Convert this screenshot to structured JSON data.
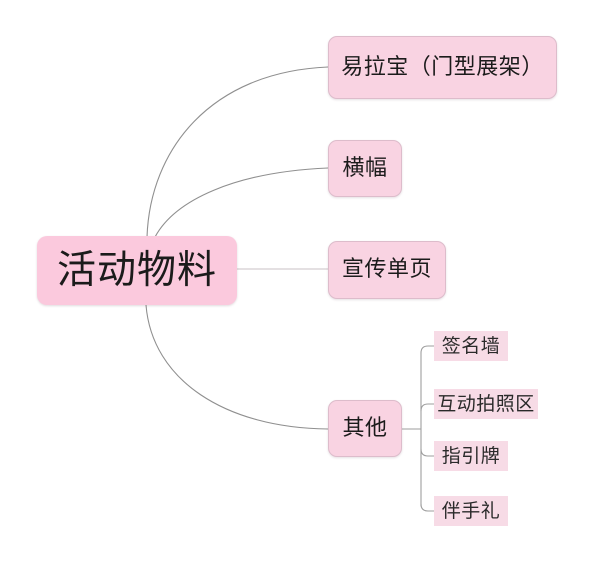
{
  "diagram": {
    "type": "mind-map",
    "orientation": "left-to-right",
    "background_color": "#ffffff",
    "colors": {
      "root_fill": "#fbc9dd",
      "branch_fill": "#f9d3e2",
      "branch_border": "#ddbccb",
      "leaf_fill": "#f7dbe6",
      "connector": "#9a9a9a",
      "text": "#1b1b1b"
    },
    "root": {
      "label": "活动物料"
    },
    "branches": [
      {
        "label": "易拉宝（门型展架）",
        "children": []
      },
      {
        "label": "横幅",
        "children": []
      },
      {
        "label": "宣传单页",
        "children": []
      },
      {
        "label": "其他",
        "children": [
          {
            "label": "签名墙"
          },
          {
            "label": "互动拍照区"
          },
          {
            "label": "指引牌"
          },
          {
            "label": "伴手礼"
          }
        ]
      }
    ]
  }
}
